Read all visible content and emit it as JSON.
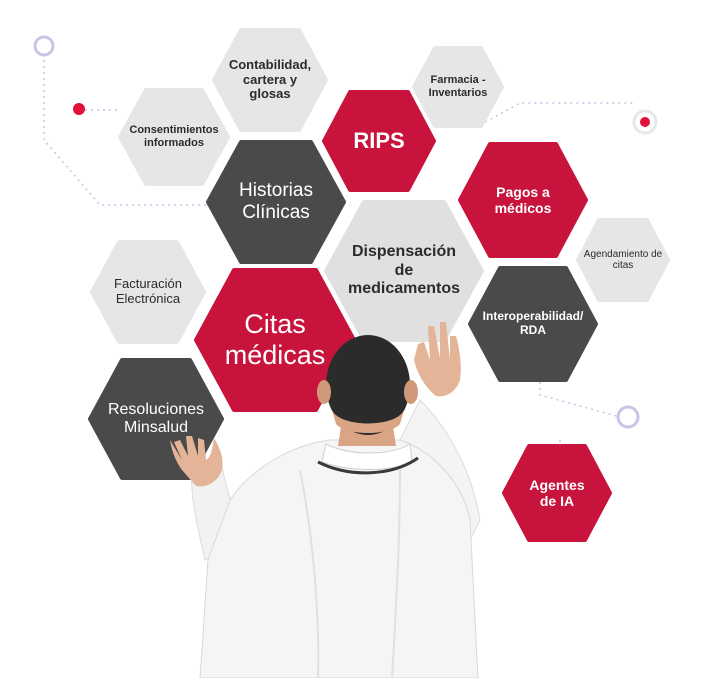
{
  "colors": {
    "red": "#c8143c",
    "dark": "#4a4a4a",
    "light": "#e6e6e6",
    "accent_dot": "#e0103a",
    "ring": "#c9c4e6"
  },
  "hexagons": {
    "contabilidad": "Contabilidad, cartera y glosas",
    "farmacia": "Farmacia - Inventarios",
    "consentimientos": "Consentimientos informados",
    "rips": "RIPS",
    "historias": "Historias Clínicas",
    "pagos": "Pagos a médicos",
    "agendamiento": "Agendamiento de citas",
    "facturacion": "Facturación Electrónica",
    "dispensacion": "Dispensación de medicamentos",
    "citas": "Citas médicas",
    "interoperabilidad": "Interoperabilidad/ RDA",
    "resoluciones": "Resoluciones Minsalud",
    "agentes": "Agentes de IA"
  }
}
